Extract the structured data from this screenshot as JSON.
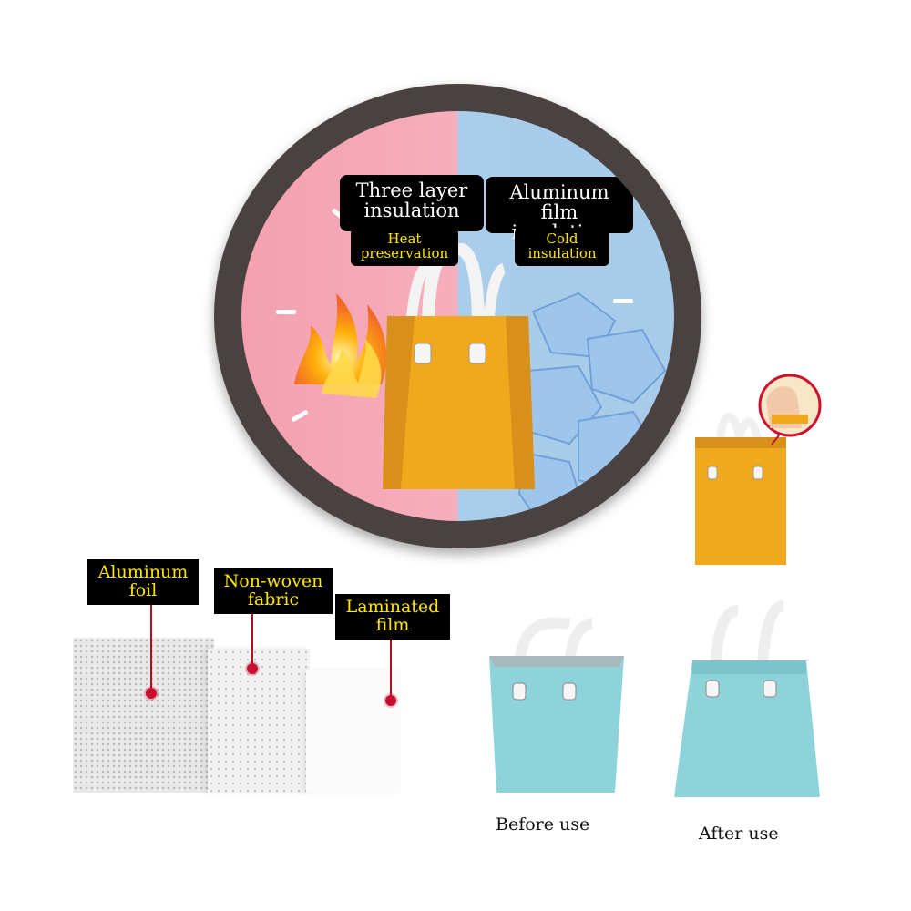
{
  "circle": {
    "left_title": "Three layer\ninsulation",
    "left_sub": "Heat\npreservation",
    "right_title": "Aluminum film\ninsulation",
    "right_sub": "Cold\ninsulation"
  },
  "materials": {
    "aluminum_foil": "Aluminum\nfoil",
    "non_woven": "Non-woven\nfabric",
    "laminated": "Laminated\nfilm"
  },
  "captions": {
    "before": "Before use",
    "after": "After use"
  },
  "colors": {
    "heat_side": "#f6aebd",
    "cold_side": "#a9cdea",
    "bag_yellow": "#f0a81c",
    "bag_teal": "#8fd3da",
    "label_yellow": "#ffe600"
  }
}
